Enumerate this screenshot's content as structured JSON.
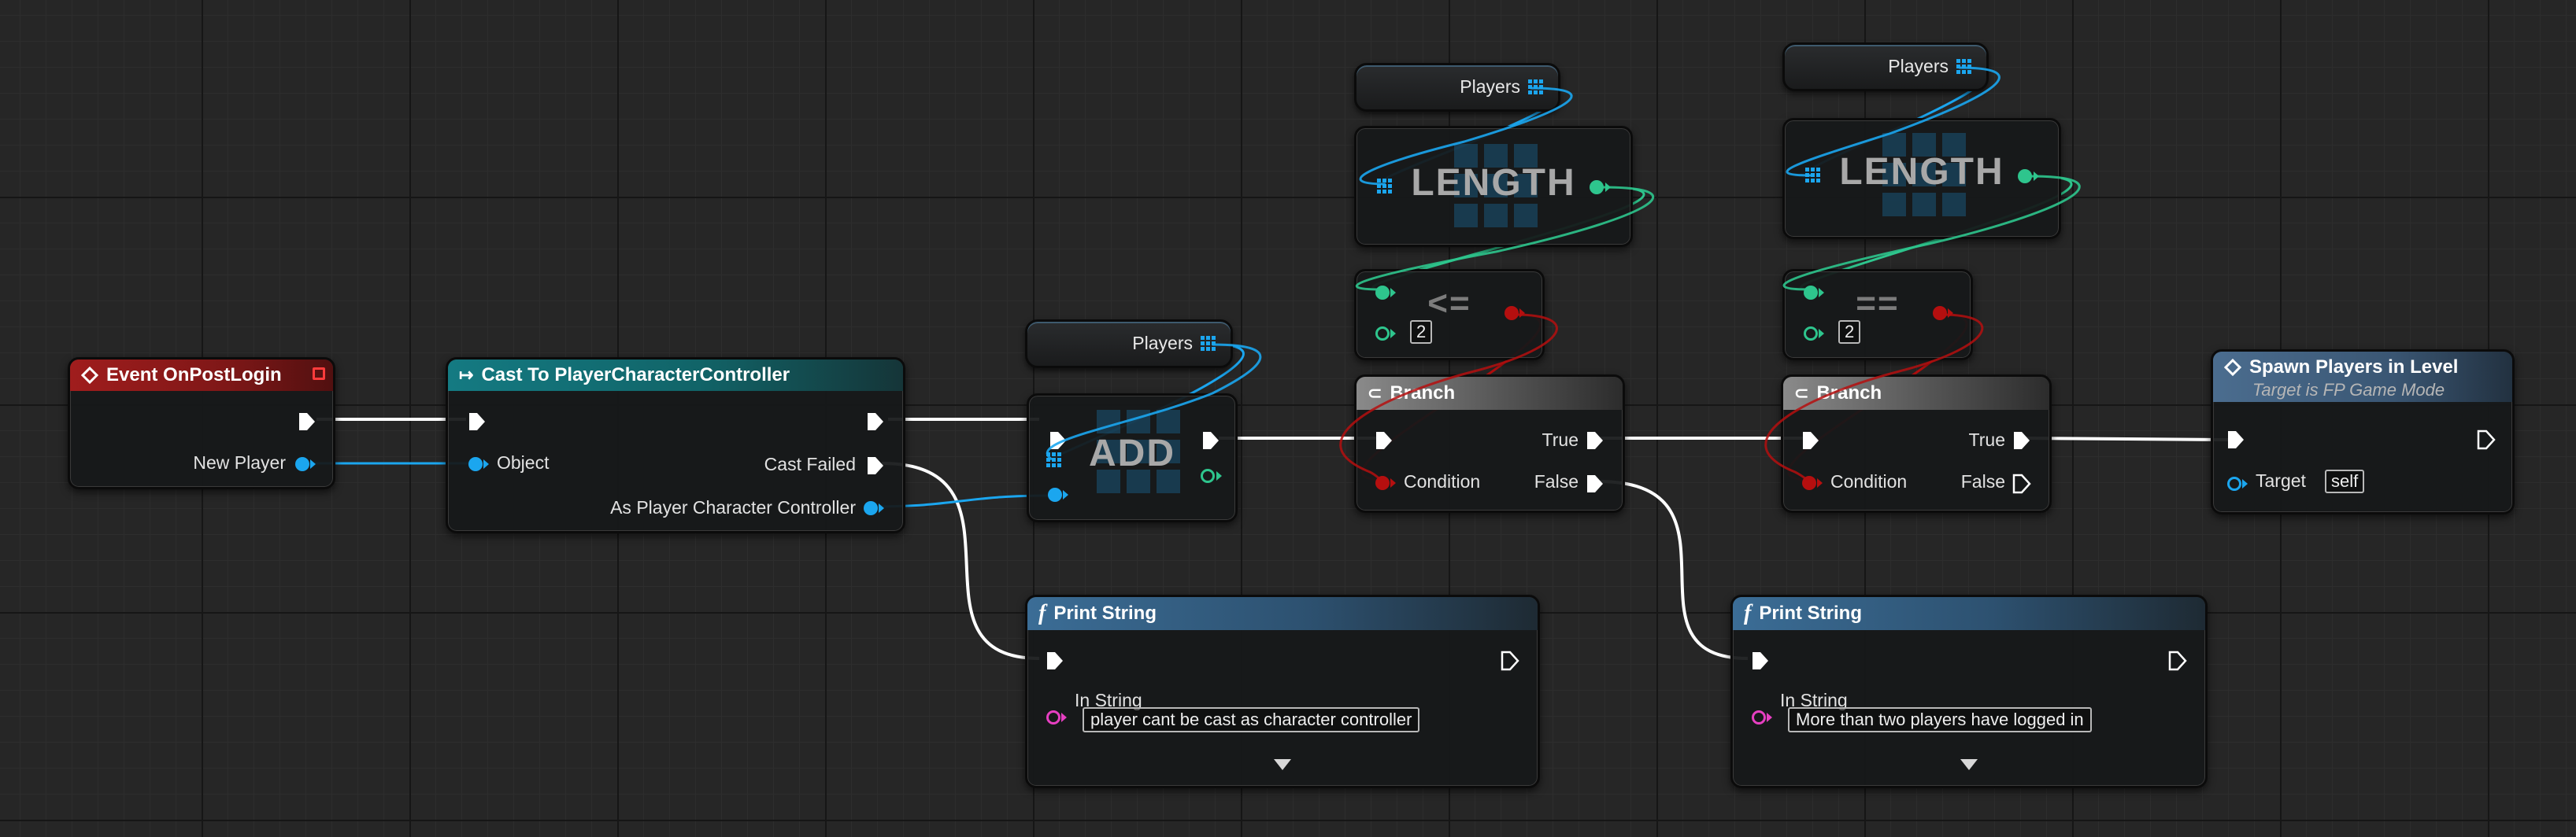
{
  "nodes": {
    "event": {
      "title": "Event OnPostLogin",
      "pin_new_player": "New Player"
    },
    "cast": {
      "title": "Cast To PlayerCharacterController",
      "pin_object": "Object",
      "pin_cast_failed": "Cast Failed",
      "pin_as": "As Player Character Controller"
    },
    "players1": {
      "label": "Players"
    },
    "players2": {
      "label": "Players"
    },
    "players3": {
      "label": "Players"
    },
    "add": {
      "title": "ADD"
    },
    "length1": {
      "title": "LENGTH"
    },
    "length2": {
      "title": "LENGTH"
    },
    "compare1": {
      "op": "<=",
      "value": "2"
    },
    "compare2": {
      "op": "==",
      "value": "2"
    },
    "branch1": {
      "title": "Branch",
      "pin_true": "True",
      "pin_condition": "Condition",
      "pin_false": "False"
    },
    "branch2": {
      "title": "Branch",
      "pin_true": "True",
      "pin_condition": "Condition",
      "pin_false": "False"
    },
    "spawn": {
      "title": "Spawn Players in Level",
      "subtitle": "Target is FP Game Mode",
      "pin_target": "Target",
      "target_value": "self"
    },
    "print1": {
      "title": "Print String",
      "pin_in_string": "In String",
      "in_string_value": "player cant be cast as character controller"
    },
    "print2": {
      "title": "Print String",
      "pin_in_string": "In String",
      "in_string_value": "More than two players have logged in"
    }
  },
  "icons": {
    "event": "event-diamond-icon",
    "cast": "cast-arrow-icon",
    "branch": "branch-icon",
    "function": "function-f-icon",
    "array": "array-grid-icon"
  },
  "colors": {
    "exec": "#ffffff",
    "object_pin": "#1ba6ef",
    "integer_pin": "#2ec58d",
    "bool_pin": "#b50f0f",
    "string_pin": "#e63fc1",
    "event_header": "#a01d1d",
    "cast_header": "#147a82",
    "function_header": "#3b6d96"
  }
}
